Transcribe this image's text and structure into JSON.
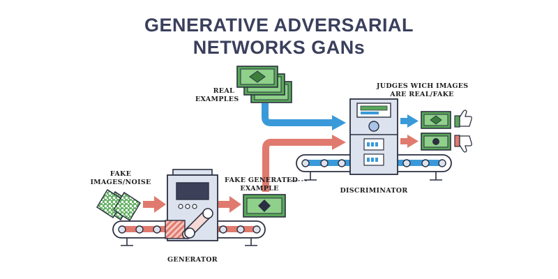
{
  "title": {
    "line1": "GENERATIVE ADVERSARIAL",
    "line2": "NETWORKS GANs"
  },
  "labels": {
    "real_examples_1": "REAL",
    "real_examples_2": "EXAMPLES",
    "judges_1": "JUDGES WICH IMAGES",
    "judges_2": "ARE REAL/FAKE",
    "fake_noise_1": "FAKE",
    "fake_noise_2": "IMAGES/NOISE",
    "fake_generated_1": "FAKE GENERATED",
    "fake_generated_2": "EXAMPLE",
    "discriminator": "DISCRIMINATOR",
    "generator": "GENERATOR"
  },
  "icons": [
    "banknote-icon",
    "thumbs-up-icon",
    "thumbs-down-icon",
    "noise-pattern-icon"
  ],
  "colors": {
    "blue_arrow": "#3a9ad9",
    "red_arrow": "#e07a6e",
    "money_green": "#5aa85a",
    "machine_body": "#dde3ee",
    "outline": "#2b2f40"
  }
}
